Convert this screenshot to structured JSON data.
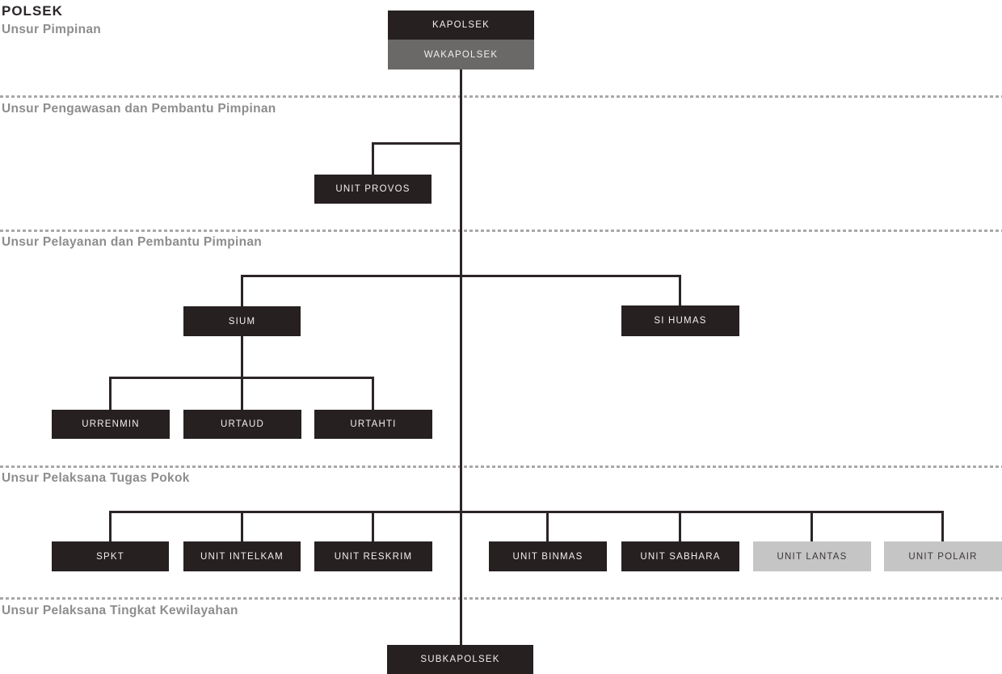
{
  "title": "POLSEK",
  "colors": {
    "background": "#ffffff",
    "dark_box": "#262021",
    "gray_box": "#6b6868",
    "light_box": "#c6c5c5",
    "connector_line": "#2b2526",
    "divider_dash": "#a9a7a7",
    "section_label": "#8d8d8d",
    "title_text": "#2b2627",
    "box_text_on_dark": "#f2efef",
    "box_text_on_light": "#3a3637"
  },
  "sections": [
    {
      "id": "pimpinan",
      "label": "Unsur Pimpinan"
    },
    {
      "id": "pengawasan",
      "label": "Unsur Pengawasan dan Pembantu Pimpinan"
    },
    {
      "id": "pelayanan",
      "label": "Unsur Pelayanan dan Pembantu Pimpinan"
    },
    {
      "id": "tugas-pokok",
      "label": "Unsur Pelaksana Tugas Pokok"
    },
    {
      "id": "kewilayahan",
      "label": "Unsur Pelaksana Tingkat Kewilayahan"
    }
  ],
  "nodes": [
    {
      "id": "kapolsek",
      "label": "KAPOLSEK",
      "variant": "dark"
    },
    {
      "id": "wakapolsek",
      "label": "WAKAPOLSEK",
      "variant": "gray"
    },
    {
      "id": "unit-provos",
      "label": "UNIT PROVOS",
      "variant": "dark"
    },
    {
      "id": "sium",
      "label": "SIUM",
      "variant": "dark"
    },
    {
      "id": "si-humas",
      "label": "SI HUMAS",
      "variant": "dark"
    },
    {
      "id": "urrenmin",
      "label": "URRENMIN",
      "variant": "dark"
    },
    {
      "id": "urtaud",
      "label": "URTAUD",
      "variant": "dark"
    },
    {
      "id": "urtahti",
      "label": "URTAHTI",
      "variant": "dark"
    },
    {
      "id": "spkt",
      "label": "SPKT",
      "variant": "dark"
    },
    {
      "id": "unit-intelkam",
      "label": "UNIT INTELKAM",
      "variant": "dark"
    },
    {
      "id": "unit-reskrim",
      "label": "UNIT RESKRIM",
      "variant": "dark"
    },
    {
      "id": "unit-binmas",
      "label": "UNIT BINMAS",
      "variant": "dark"
    },
    {
      "id": "unit-sabhara",
      "label": "UNIT SABHARA",
      "variant": "dark"
    },
    {
      "id": "unit-lantas",
      "label": "UNIT LANTAS",
      "variant": "light"
    },
    {
      "id": "unit-polair",
      "label": "UNIT POLAIR",
      "variant": "light"
    },
    {
      "id": "subkapolsek",
      "label": "SUBKAPOLSEK",
      "variant": "dark"
    }
  ]
}
